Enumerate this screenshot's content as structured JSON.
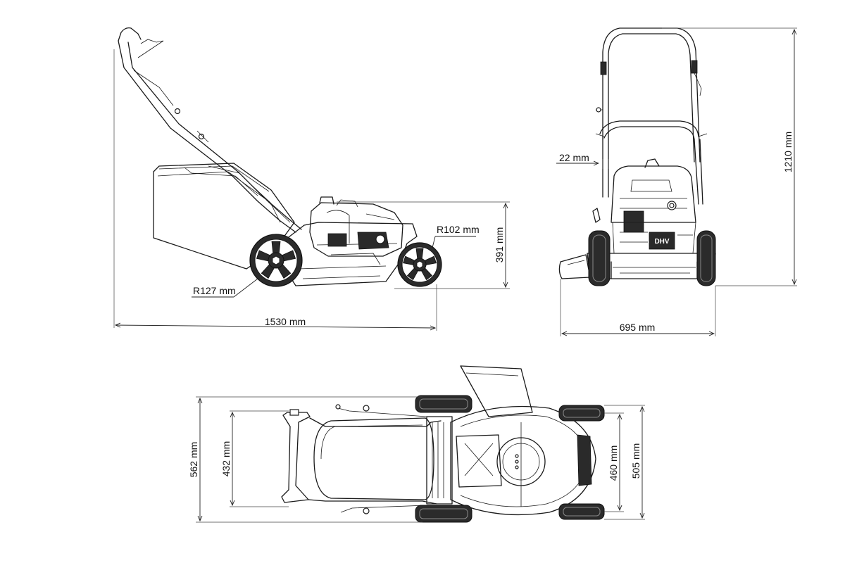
{
  "dimensions": {
    "side": {
      "length": "1530 mm",
      "height": "391 mm",
      "rear_wheel_radius": "R127 mm",
      "front_wheel_radius": "R102 mm"
    },
    "front": {
      "width": "695 mm",
      "total_height": "1210 mm",
      "offset": "22 mm"
    },
    "top": {
      "outer_width": "562 mm",
      "inner_width": "432 mm",
      "wheelbase_inner": "460 mm",
      "wheelbase_outer": "505 mm"
    }
  },
  "badge_text": "DHV"
}
